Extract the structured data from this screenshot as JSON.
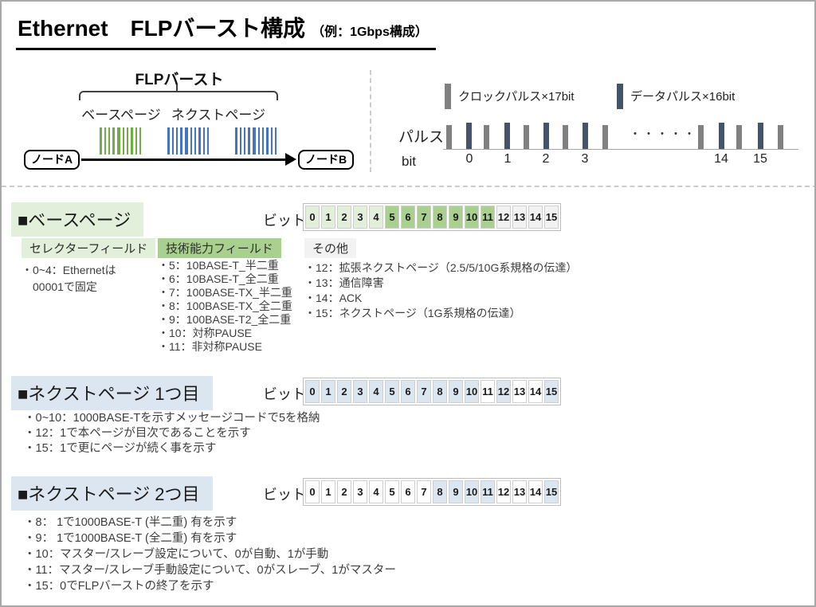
{
  "title": {
    "main": "Ethernet　FLPバースト構成",
    "sub": "（例：1Gbps構成）"
  },
  "burst_diagram": {
    "title": "FLPバースト",
    "base_page_label": "ベースページ",
    "next_page_label": "ネクストページ",
    "node_a": "ノードA",
    "node_b": "ノードB"
  },
  "pulse_diagram": {
    "clock_legend": "クロックパルス×17bit",
    "data_legend": "データパルス×16bit",
    "pulse_label": "パルス",
    "bit_label": "bit",
    "dots": "・・・・・",
    "bits": {
      "b0": "0",
      "b1": "1",
      "b2": "2",
      "b3": "3",
      "b14": "14",
      "b15": "15"
    }
  },
  "colors": {
    "base_pulse_green": "#70ad47",
    "next_pulse_blue": "#4472c4",
    "clock_pulse_gray": "#808080",
    "data_pulse_navy": "#44546a",
    "light_green": "#e2efda",
    "mid_green": "#a9d08e",
    "light_blue": "#dce6f1",
    "light_gray": "#f2f2f2"
  },
  "base_page": {
    "heading": "■ベースページ",
    "bit_caption": "ビット",
    "cells": [
      {
        "n": "0",
        "c": "#e2efda"
      },
      {
        "n": "1",
        "c": "#e2efda"
      },
      {
        "n": "2",
        "c": "#e2efda"
      },
      {
        "n": "3",
        "c": "#e2efda"
      },
      {
        "n": "4",
        "c": "#e2efda"
      },
      {
        "n": "5",
        "c": "#a9d08e"
      },
      {
        "n": "6",
        "c": "#a9d08e"
      },
      {
        "n": "7",
        "c": "#a9d08e"
      },
      {
        "n": "8",
        "c": "#a9d08e"
      },
      {
        "n": "9",
        "c": "#a9d08e"
      },
      {
        "n": "10",
        "c": "#a9d08e"
      },
      {
        "n": "11",
        "c": "#a9d08e"
      },
      {
        "n": "12",
        "c": "#f2f2f2"
      },
      {
        "n": "13",
        "c": "#f2f2f2"
      },
      {
        "n": "14",
        "c": "#f2f2f2"
      },
      {
        "n": "15",
        "c": "#f2f2f2"
      }
    ],
    "selector_field": {
      "label": "セレクターフィールド",
      "items": [
        "・0~4：Ethernetは",
        "　00001で固定"
      ]
    },
    "tech_field": {
      "label": "技術能力フィールド",
      "items": [
        "・5：10BASE-T_半二重",
        "・6：10BASE-T_全二重",
        "・7：100BASE-TX_半二重",
        "・8：100BASE-TX_全二重",
        "・9：100BASE-T2_全二重",
        "・10：対称PAUSE",
        "・11：非対称PAUSE"
      ]
    },
    "other_field": {
      "label": "その他",
      "items": [
        "・12：拡張ネクストページ（2.5/5/10G系規格の伝達）",
        "・13：通信障害",
        "・14：ACK",
        "・15：ネクストページ（1G系規格の伝達）"
      ]
    }
  },
  "next_page_1": {
    "heading": "■ネクストページ 1つ目",
    "bit_caption": "ビット",
    "cells": [
      {
        "n": "0",
        "c": "#dce6f1"
      },
      {
        "n": "1",
        "c": "#dce6f1"
      },
      {
        "n": "2",
        "c": "#dce6f1"
      },
      {
        "n": "3",
        "c": "#dce6f1"
      },
      {
        "n": "4",
        "c": "#dce6f1"
      },
      {
        "n": "5",
        "c": "#dce6f1"
      },
      {
        "n": "6",
        "c": "#dce6f1"
      },
      {
        "n": "7",
        "c": "#dce6f1"
      },
      {
        "n": "8",
        "c": "#dce6f1"
      },
      {
        "n": "9",
        "c": "#dce6f1"
      },
      {
        "n": "10",
        "c": "#dce6f1"
      },
      {
        "n": "11",
        "c": "#ffffff"
      },
      {
        "n": "12",
        "c": "#dce6f1"
      },
      {
        "n": "13",
        "c": "#ffffff"
      },
      {
        "n": "14",
        "c": "#ffffff"
      },
      {
        "n": "15",
        "c": "#dce6f1"
      }
    ],
    "items": [
      "・0~10：1000BASE-Tを示すメッセージコードで5を格納",
      "・12：1で本ページが目次であることを示す",
      "・15：1で更にページが続く事を示す"
    ]
  },
  "next_page_2": {
    "heading": "■ネクストページ 2つ目",
    "bit_caption": "ビット",
    "cells": [
      {
        "n": "0",
        "c": "#ffffff"
      },
      {
        "n": "1",
        "c": "#ffffff"
      },
      {
        "n": "2",
        "c": "#ffffff"
      },
      {
        "n": "3",
        "c": "#ffffff"
      },
      {
        "n": "4",
        "c": "#ffffff"
      },
      {
        "n": "5",
        "c": "#ffffff"
      },
      {
        "n": "6",
        "c": "#ffffff"
      },
      {
        "n": "7",
        "c": "#ffffff"
      },
      {
        "n": "8",
        "c": "#dce6f1"
      },
      {
        "n": "9",
        "c": "#dce6f1"
      },
      {
        "n": "10",
        "c": "#dce6f1"
      },
      {
        "n": "11",
        "c": "#dce6f1"
      },
      {
        "n": "12",
        "c": "#ffffff"
      },
      {
        "n": "13",
        "c": "#ffffff"
      },
      {
        "n": "14",
        "c": "#ffffff"
      },
      {
        "n": "15",
        "c": "#dce6f1"
      }
    ],
    "items": [
      "・8： 1で1000BASE-T (半二重) 有を示す",
      "・9： 1で1000BASE-T (全二重) 有を示す",
      "・10：マスター/スレーブ設定について、0が自動、1が手動",
      "・11：マスター/スレーブ手動設定について、0がスレーブ、1がマスター",
      "・15：0でFLPバーストの終了を示す"
    ]
  }
}
